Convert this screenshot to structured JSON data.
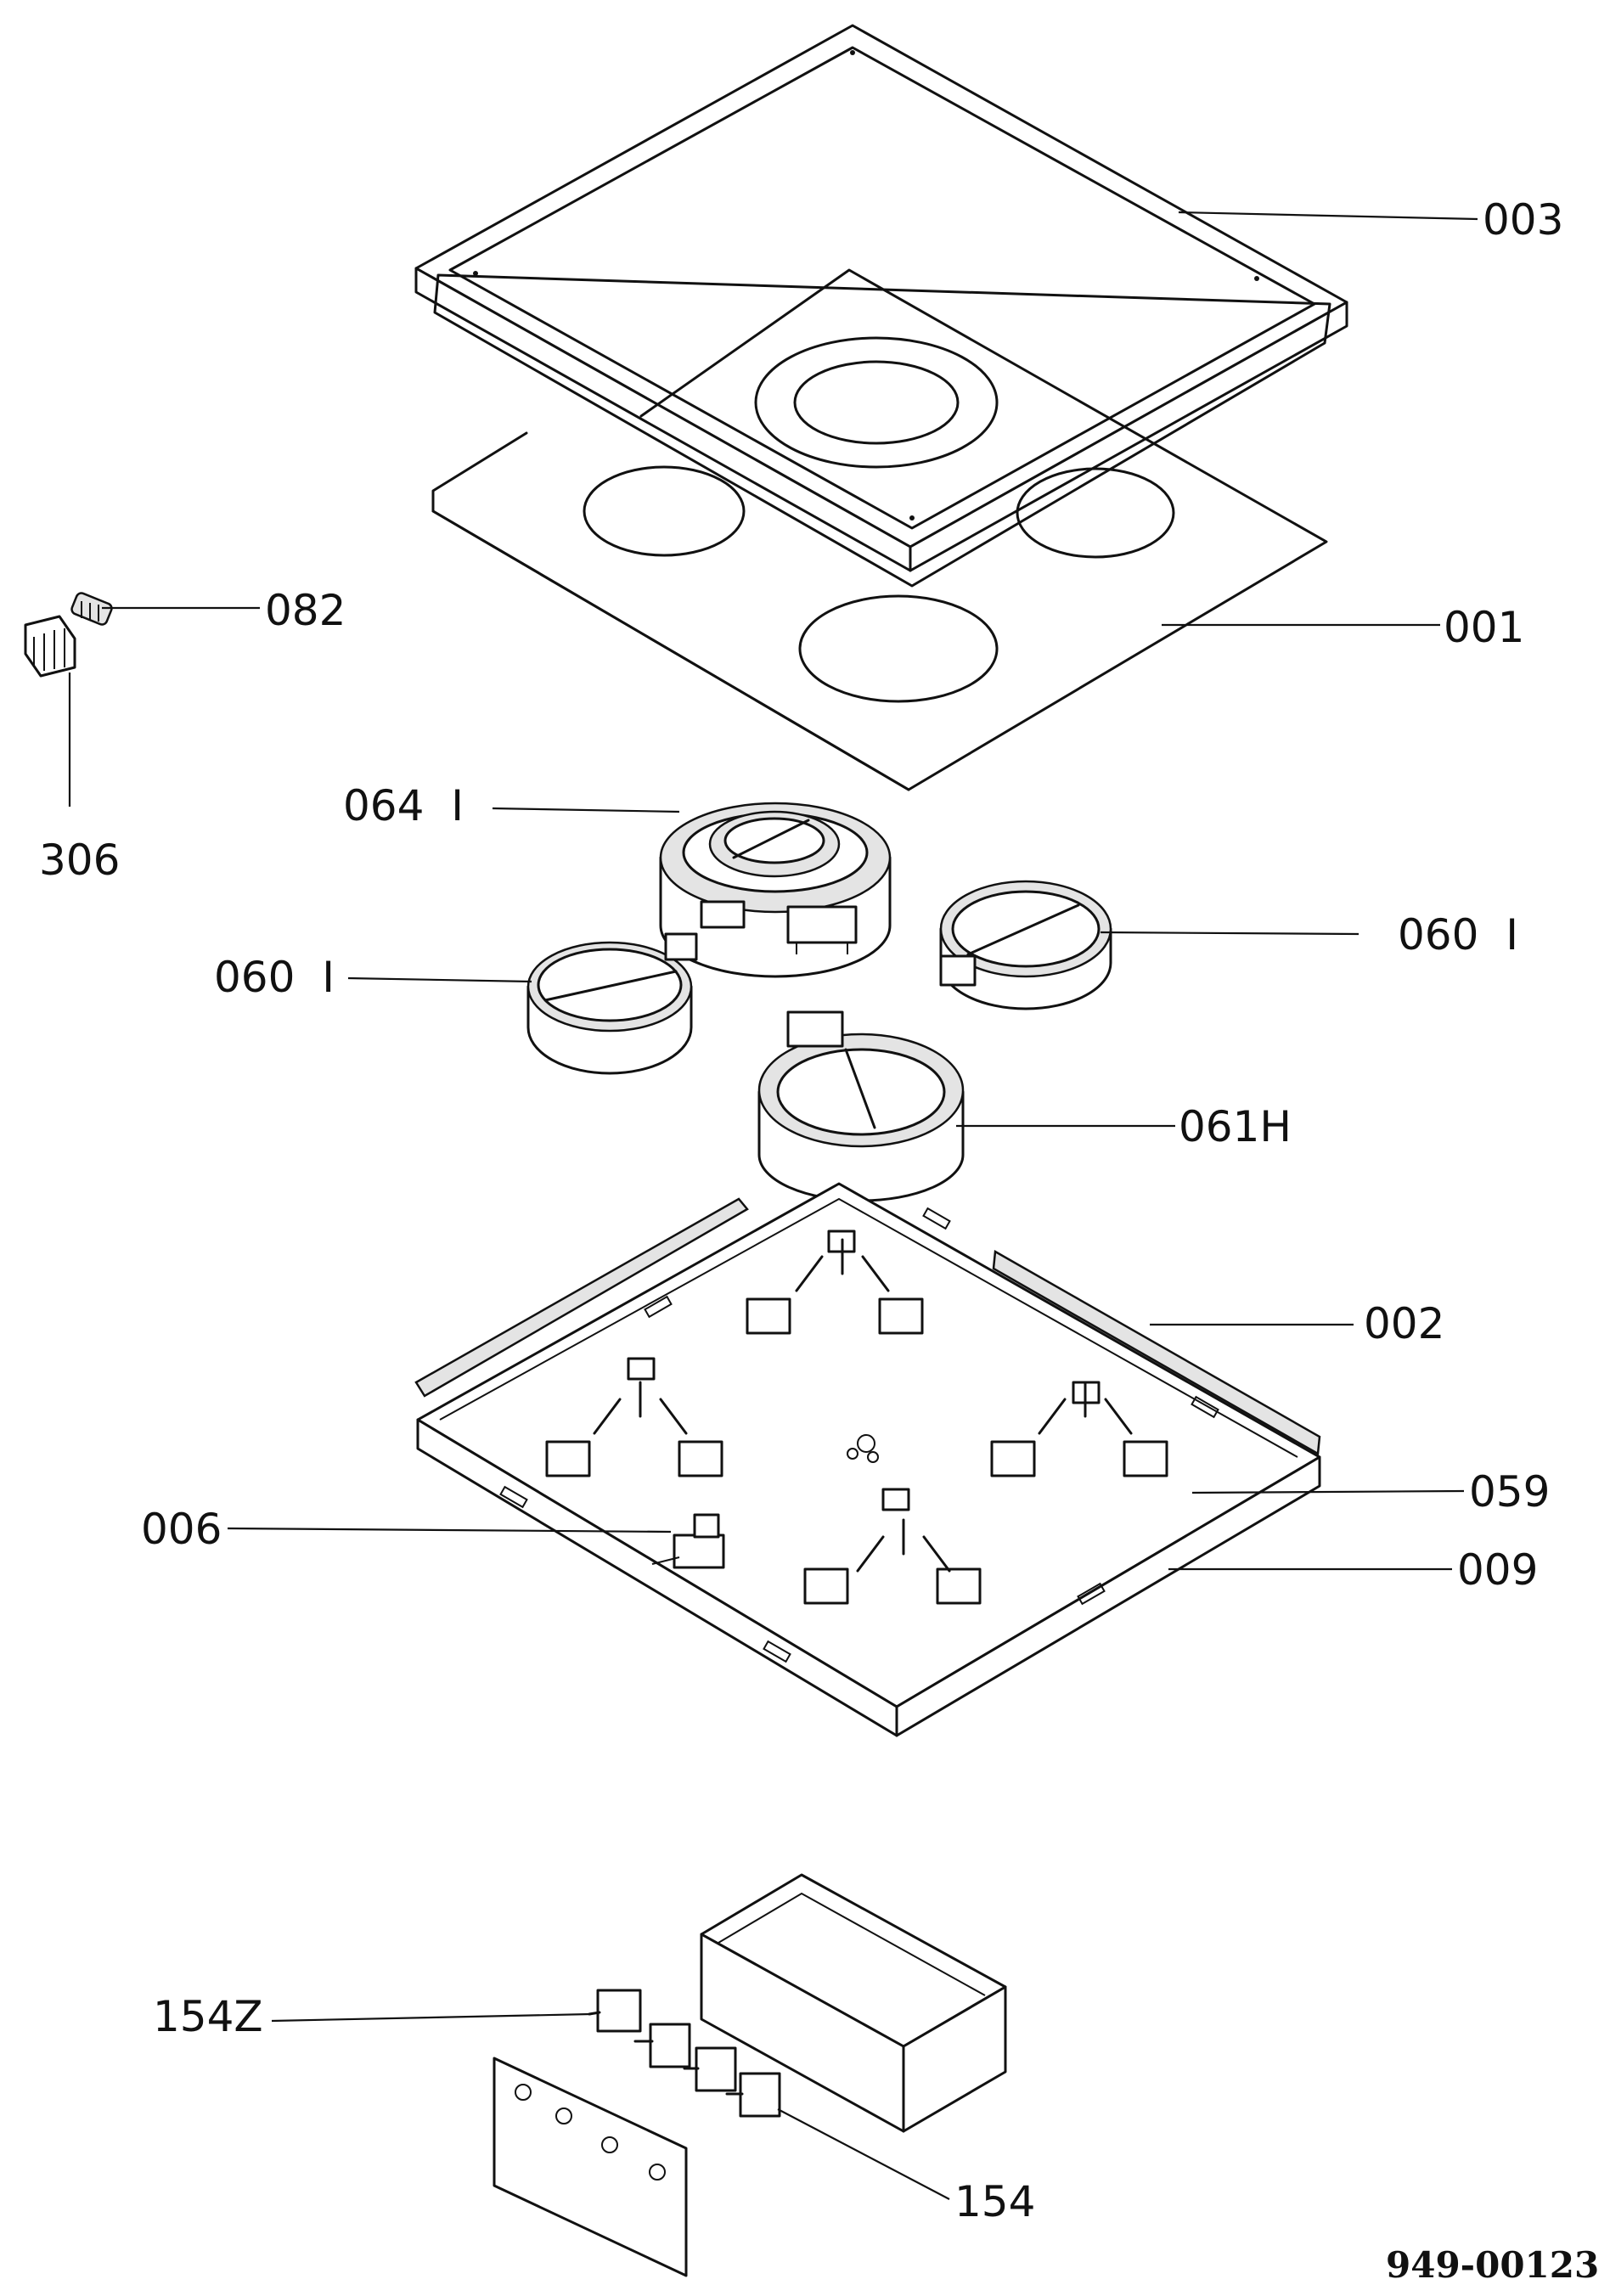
{
  "document": {
    "number": "949-00123"
  },
  "parts": [
    {
      "id": "p003",
      "label": "003"
    },
    {
      "id": "p001",
      "label": "001"
    },
    {
      "id": "p082",
      "label": "082"
    },
    {
      "id": "p306",
      "label": "306"
    },
    {
      "id": "p064",
      "label": "064  I"
    },
    {
      "id": "p060r",
      "label": "060  I"
    },
    {
      "id": "p060l",
      "label": "060  I"
    },
    {
      "id": "p061",
      "label": "061H"
    },
    {
      "id": "p002",
      "label": "002"
    },
    {
      "id": "p059",
      "label": "059"
    },
    {
      "id": "p006",
      "label": "006"
    },
    {
      "id": "p009",
      "label": "009"
    },
    {
      "id": "p154z",
      "label": "154Z"
    },
    {
      "id": "p154",
      "label": "154"
    }
  ]
}
